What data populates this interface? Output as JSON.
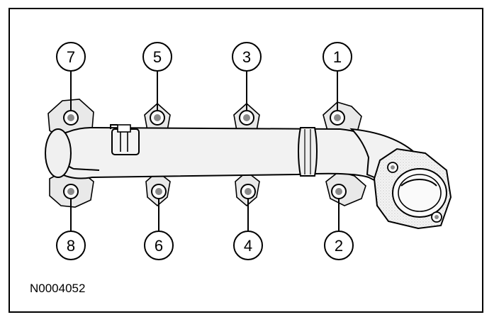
{
  "figure": {
    "reference_code": "N0004052"
  },
  "callouts": {
    "top": [
      {
        "label": "7"
      },
      {
        "label": "5"
      },
      {
        "label": "3"
      },
      {
        "label": "1"
      }
    ],
    "bottom": [
      {
        "label": "8"
      },
      {
        "label": "6"
      },
      {
        "label": "4"
      },
      {
        "label": "2"
      }
    ]
  }
}
